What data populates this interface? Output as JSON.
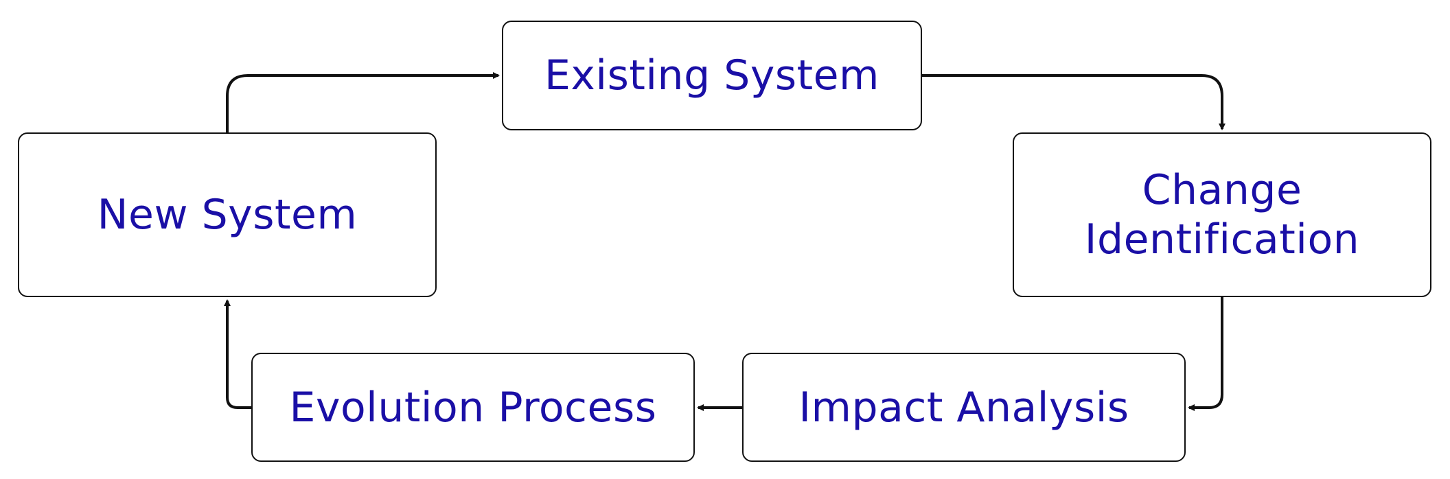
{
  "diagram": {
    "nodes": {
      "existing_system": {
        "label": "Existing System"
      },
      "change_identification": {
        "label": "Change Identification",
        "lines": [
          "Change",
          "Identification"
        ]
      },
      "impact_analysis": {
        "label": "Impact Analysis"
      },
      "evolution_process": {
        "label": "Evolution Process"
      },
      "new_system": {
        "label": "New System"
      }
    },
    "edges": [
      {
        "from": "existing_system",
        "to": "change_identification"
      },
      {
        "from": "change_identification",
        "to": "impact_analysis"
      },
      {
        "from": "impact_analysis",
        "to": "evolution_process"
      },
      {
        "from": "evolution_process",
        "to": "new_system"
      },
      {
        "from": "new_system",
        "to": "existing_system"
      }
    ],
    "colors": {
      "text": "#1a0fa6",
      "border": "#111111",
      "connector": "#111111",
      "background": "#ffffff"
    }
  }
}
